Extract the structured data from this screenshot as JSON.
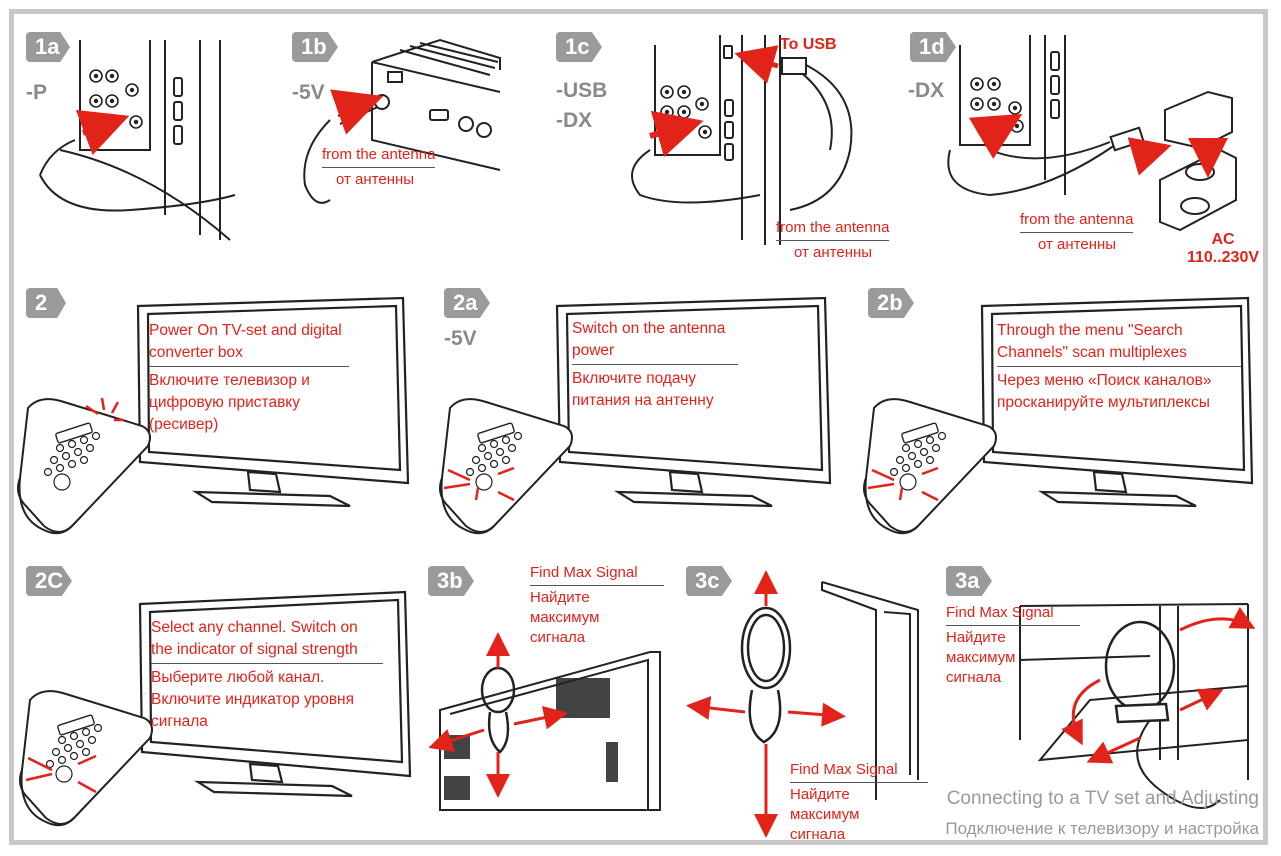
{
  "colors": {
    "accent_red": "#e2231a",
    "badge_gray": "#9a9a9a",
    "line_dark": "#222222",
    "frame_gray": "#c8c8c8"
  },
  "steps": {
    "s1a": {
      "badge": "1a",
      "code": "-P"
    },
    "s1b": {
      "badge": "1b",
      "code": "-5V",
      "note_en": "from the antenna",
      "note_ru": "от антенны"
    },
    "s1c": {
      "badge": "1c",
      "codes": [
        "-USB",
        "-DX"
      ],
      "usb_label": "To USB",
      "note_en": "from the antenna",
      "note_ru": "от антенны"
    },
    "s1d": {
      "badge": "1d",
      "code": "-DX",
      "note_en": "from the antenna",
      "note_ru": "от антенны",
      "power_line1": "AC",
      "power_line2": "110..230V"
    },
    "s2": {
      "badge": "2",
      "screen_en": "Power On TV-set and digital converter box",
      "screen_ru": "Включите телевизор и цифровую приставку (ресивер)"
    },
    "s2a": {
      "badge": "2a",
      "code": "-5V",
      "screen_en": "Switch on the antenna power",
      "screen_ru": "Включите подачу питания на антенну"
    },
    "s2b": {
      "badge": "2b",
      "screen_en": "Through the menu \"Search Channels\" scan multiplexes",
      "screen_ru": "Через меню «Поиск каналов» просканируйте мультиплексы"
    },
    "s2c": {
      "badge": "2C",
      "screen_en": "Select any channel. Switch on the indicator of signal strength",
      "screen_ru": "Выберите любой канал. Включите индикатор уровня сигнала"
    },
    "s3b": {
      "badge": "3b",
      "note_en": "Find Max Signal",
      "note_ru": "Найдите максимум сигнала"
    },
    "s3c": {
      "badge": "3c",
      "note_en": "Find Max Signal",
      "note_ru": "Найдите максимум сигнала"
    },
    "s3a": {
      "badge": "3a",
      "note_en": "Find Max Signal",
      "note_ru": "Найдите максимум сигнала"
    }
  },
  "footer": {
    "title_en": "Connecting to a TV set and Adjusting",
    "title_ru": "Подключение к телевизору и настройка"
  }
}
